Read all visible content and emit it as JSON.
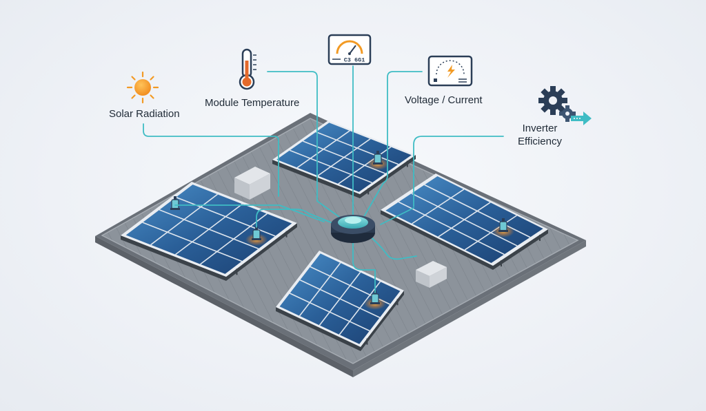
{
  "labels": {
    "solar_radiation": "Solar Radiation",
    "module_temperature": "Module Temperature",
    "voltage_current": "Voltage / Current",
    "inverter_line1": "Inverter",
    "inverter_line2": "Efficiency"
  },
  "gauge_text": {
    "top_meter": "C3 6G1"
  },
  "icons": {
    "solar": "sun-icon",
    "temperature": "thermometer-icon",
    "top_meter": "gauge-meter-icon",
    "voltage": "voltage-meter-icon",
    "inverter": "gears-arrow-icon"
  },
  "colors": {
    "accent_teal": "#3fbcc4",
    "panel_blue": "#1f4f86",
    "roof_gray": "#8a9199",
    "sun_orange": "#f29a24",
    "glow_orange": "#f0902a"
  }
}
